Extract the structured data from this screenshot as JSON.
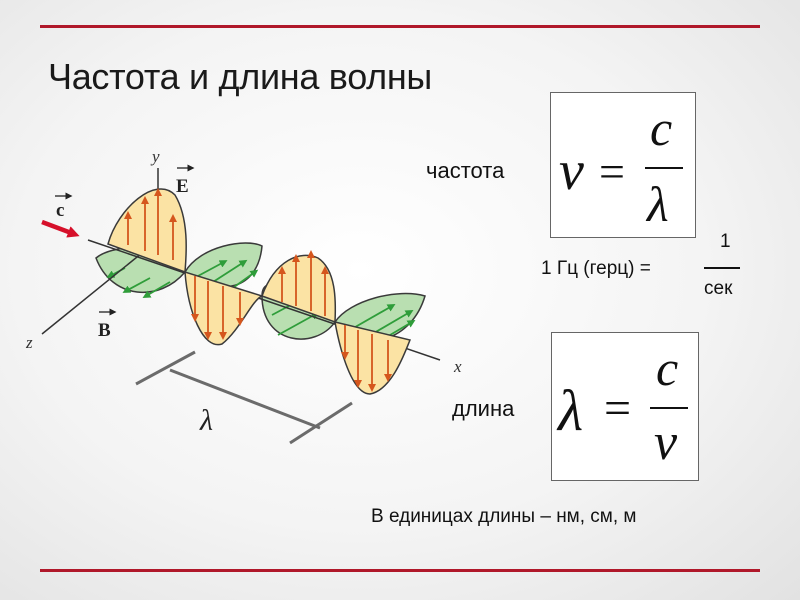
{
  "title": "Частота и длина волны",
  "diagram": {
    "axis_y": "y",
    "axis_z": "z",
    "axis_x": "x",
    "vector_E": "E",
    "vector_B": "B",
    "vector_c": "c",
    "wavelength_symbol": "λ"
  },
  "frequency": {
    "label": "частота",
    "lhs": "ν",
    "eq": "=",
    "numerator": "c",
    "denominator": "λ"
  },
  "hertz": {
    "text": "1 Гц (герц) =",
    "numerator": "1",
    "denominator": "сек"
  },
  "wavelength": {
    "label": "длина",
    "lhs": "λ",
    "eq": "=",
    "numerator": "c",
    "denominator": "ν"
  },
  "units_note": "В единицах длины – нм, см, м",
  "colors": {
    "accent_rule": "#b0182a",
    "e_field_fill": "#fbe3a4",
    "e_field_arrow": "#d5561d",
    "b_field_fill": "#b9dfb1",
    "b_field_arrow": "#2f9d3a"
  }
}
